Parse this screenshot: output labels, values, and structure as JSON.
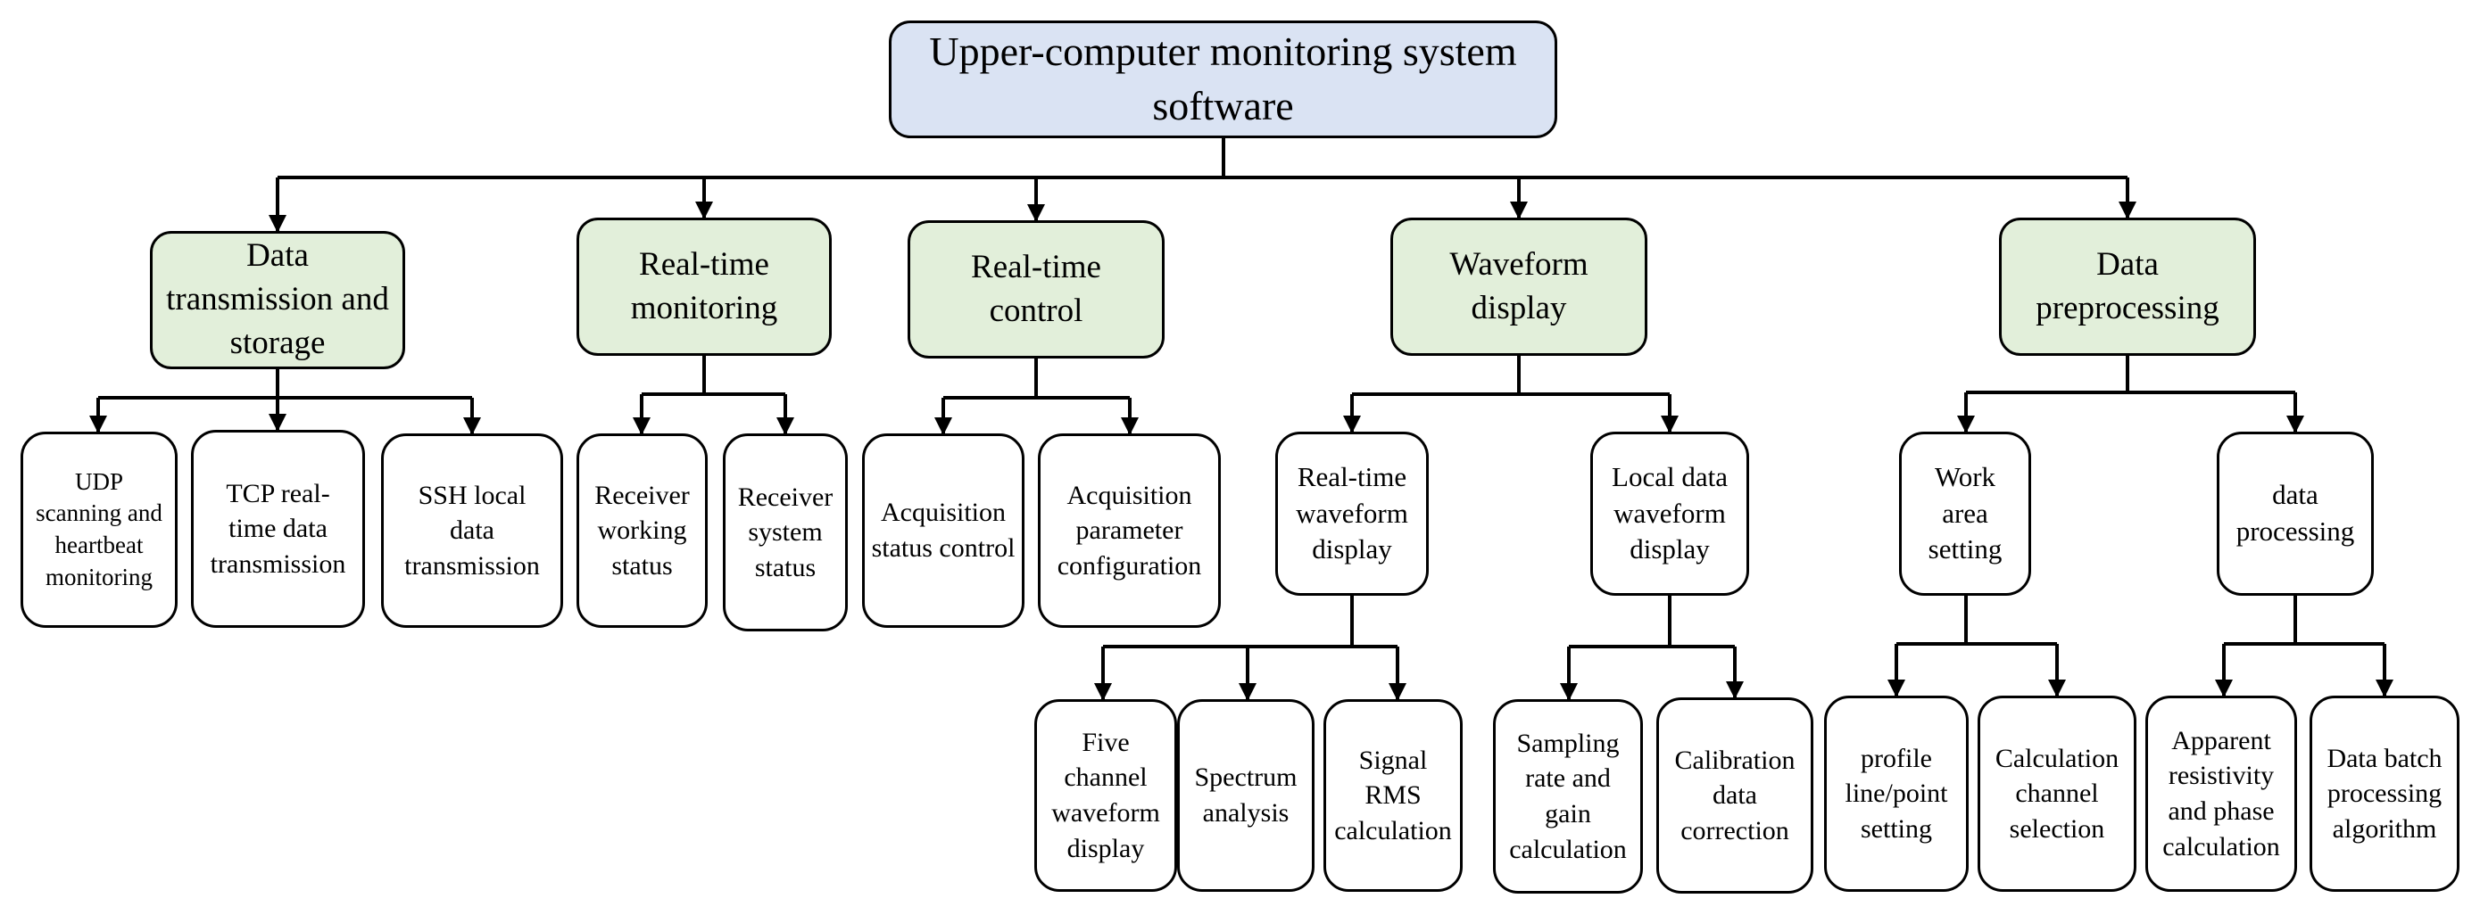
{
  "root": {
    "label": "Upper-computer monitoring system software"
  },
  "categories": [
    {
      "label": "Data transmission and storage",
      "children": [
        {
          "label": "UDP scanning and heartbeat monitoring"
        },
        {
          "label": "TCP real-time data transmission"
        },
        {
          "label": "SSH local data transmission"
        }
      ]
    },
    {
      "label": "Real-time monitoring",
      "children": [
        {
          "label": "Receiver working status"
        },
        {
          "label": "Receiver system status"
        }
      ]
    },
    {
      "label": "Real-time control",
      "children": [
        {
          "label": "Acquisition status control"
        },
        {
          "label": "Acquisition parameter configuration"
        }
      ]
    },
    {
      "label": "Waveform display",
      "children": [
        {
          "label": "Real-time waveform display",
          "children": [
            {
              "label": "Five channel waveform display"
            },
            {
              "label": "Spectrum analysis"
            },
            {
              "label": "Signal RMS calculation"
            }
          ]
        },
        {
          "label": "Local data waveform display",
          "children": [
            {
              "label": "Sampling rate and gain calculation"
            },
            {
              "label": "Calibration data correction"
            }
          ]
        }
      ]
    },
    {
      "label": "Data preprocessing",
      "children": [
        {
          "label": "Work area setting",
          "children": [
            {
              "label": "profile line/point setting"
            },
            {
              "label": "Calculation channel selection"
            }
          ]
        },
        {
          "label": "data processing",
          "children": [
            {
              "label": "Apparent resistivity and phase calculation"
            },
            {
              "label": "Data batch processing algorithm"
            }
          ]
        }
      ]
    }
  ]
}
